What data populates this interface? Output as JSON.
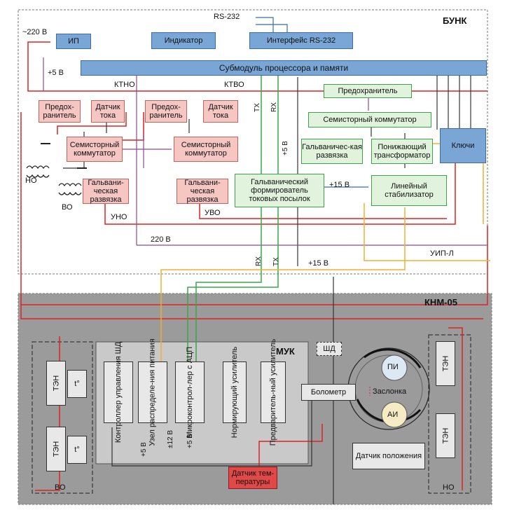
{
  "bunk": {
    "title": "БУНК",
    "ip": "ИП",
    "indicator": "Индикатор",
    "rs232_iface": "Интерфейс RS-232",
    "processor": "Субмодуль процессора и памяти",
    "fuse_left": "Предох-ранитель",
    "sensor_left": "Датчик тока",
    "fuse_mid": "Предох-ранитель",
    "sensor_mid": "Датчик тока",
    "switch_left": "Семисторный коммутатор",
    "switch_mid": "Семисторный коммутатор",
    "galv_left": "Гальвани-ческая развязка",
    "galv_mid": "Гальвани-ческая развязка",
    "former": "Гальванический формирователь токовых посылок",
    "fuse_right": "Предохранитель",
    "switch_right": "Семисторный коммутатор",
    "galv_right": "Гальваничес-кая развязка",
    "transformer": "Понижающий трансформатор",
    "stabilizer": "Линейный стабилизатор",
    "keys": "Ключи"
  },
  "labels": {
    "rs232": "RS-232",
    "v220_in": "~220 В",
    "v5": "+5 В",
    "ktno": "КТНО",
    "ktvo": "КТВО",
    "tx_top": "TX",
    "rx_top": "RX",
    "v5_mid": "+5 В",
    "v15_mid": "+15 В",
    "no": "НО",
    "vo": "ВО",
    "uno": "УНО",
    "uvo": "УВО",
    "v220": "220 В",
    "uip": "УИП-Л",
    "rx_bottom": "RX",
    "tx_bottom": "TX",
    "v15_bottom": "+15 В"
  },
  "knm": {
    "title": "КНМ-05",
    "muk": "МУК",
    "shd": "ШД",
    "ctrl": "Контроллер управления ШД",
    "power_node": "Узел распределе-ния питания",
    "mcu": "Микроконтрол-лер с АЦП",
    "norm_amp": "Нормирующий усилитель",
    "pre_amp": "Предваритель-ный усилитель",
    "bolometer": "Болометр",
    "pi": "ПИ",
    "ai": "АИ",
    "damper": "Заслонка",
    "pos_sensor": "Датчик положения",
    "temp_sensor": "Датчик тем-пературы",
    "ten1": "ТЭН",
    "ten2": "ТЭН",
    "ten3": "ТЭН",
    "ten4": "ТЭН",
    "t1": "t°",
    "t2": "t°",
    "vo": "ВО",
    "no": "НО",
    "v5_a": "+5 В",
    "v12": "±12 В",
    "v5_b": "+5 В"
  }
}
